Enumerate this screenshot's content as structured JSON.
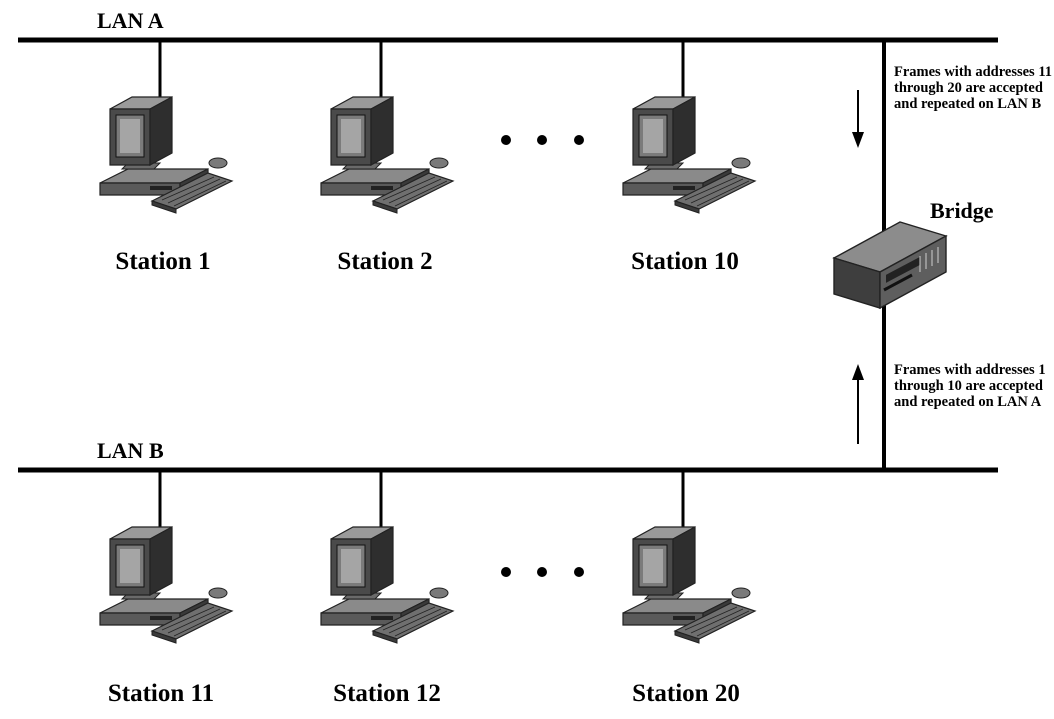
{
  "lan_a": {
    "label": "LAN A"
  },
  "lan_b": {
    "label": "LAN B"
  },
  "bridge": {
    "label": "Bridge"
  },
  "stations_a": [
    {
      "label": "Station 1"
    },
    {
      "label": "Station 2"
    },
    {
      "label": "Station 10"
    }
  ],
  "stations_b": [
    {
      "label": "Station 11"
    },
    {
      "label": "Station 12"
    },
    {
      "label": "Station 20"
    }
  ],
  "notes": {
    "a_to_b": "Frames with addresses 11 through 20 are accepted and repeated on LAN B",
    "b_to_a": "Frames with addresses 1 through 10 are accepted and repeated on LAN A"
  }
}
